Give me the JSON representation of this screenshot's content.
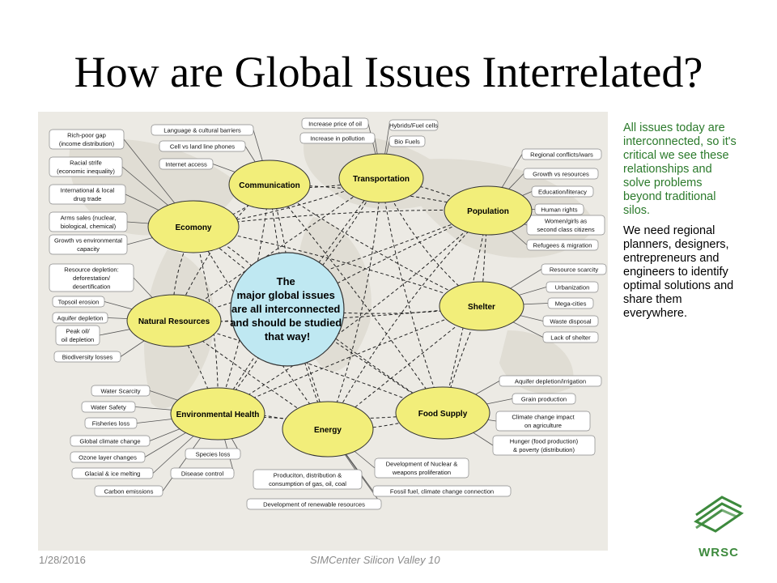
{
  "slide": {
    "title": "How are Global Issues Interrelated?",
    "side_text_green": "All issues today are interconnected, so it's critical we see these relationships and solve problems beyond traditional silos.",
    "side_text_black": "We need regional planners, designers, entrepreneurs and engineers to identify optimal solutions and share them everywhere.",
    "footer_date": "1/28/2016",
    "footer_center": "SIMCenter Silicon Valley 10",
    "logo_text": "WRSC"
  },
  "diagram": {
    "center": [
      "The",
      "major global issues",
      "are all interconnected",
      "and should be studied",
      "that way!"
    ],
    "nodes": {
      "communication": "Communication",
      "transportation": "Transportation",
      "population": "Population",
      "economy": "Ecomony",
      "natural": "Natural Resources",
      "shelter": "Shelter",
      "envhealth": "Environmental Health",
      "energy": "Energy",
      "food": "Food Supply"
    },
    "leaves": {
      "communication": [
        "Language & cultural barriers",
        "Cell vs land line phones",
        "Internet access"
      ],
      "transportation": [
        "Increase price of oil",
        "Increase in pollution",
        "Hybrids/Fuel cells",
        "Bio Fuels"
      ],
      "population": [
        "Regional conflicts/wars",
        "Growth vs resources",
        "Education/literacy",
        "Human rights",
        "Women/girls as",
        "second class citizens",
        "Refugees & migration"
      ],
      "economy": [
        "Rich-poor gap",
        "(income distribution)",
        "Racial strife",
        "(economic inequality)",
        "International & local",
        "drug trade",
        "Arms sales (nuclear,",
        "biological, chemical)",
        "Growth vs environmental",
        "capacity"
      ],
      "natural": [
        "Resource depletion:",
        "deforestation/",
        "desertification",
        "Topsoil erosion",
        "Aquifer depletion",
        "Peak oil/",
        "oil depletion",
        "Biodiversity losses"
      ],
      "shelter": [
        "Resource scarcity",
        "Urbanization",
        "Mega-cities",
        "Waste disposal",
        "Lack of shelter"
      ],
      "envhealth": [
        "Water Scarcity",
        "Water Safety",
        "Fisheries loss",
        "Global climate change",
        "Ozone layer changes",
        "Glacial & ice melting",
        "Carbon emissions",
        "Species loss",
        "Disease control"
      ],
      "energy": [
        "Produciton, distribution &",
        "consumption of gas, oil, coal",
        "Development of renewable resources",
        "Development of Nuclear &",
        "weapons proliferation",
        "Fossil fuel, climate change connection"
      ],
      "food": [
        "Aquifer depletion/irrigation",
        "Grain production",
        "Climate change impact",
        "on agriculture",
        "Hunger (food production)",
        "& poverty (distribution)"
      ]
    }
  },
  "colors": {
    "node_fill": "#f2ee7a",
    "center_fill": "#bfe8f2",
    "leaf_fill": "#ffffff",
    "green_text": "#2b7a2b",
    "logo": "#3d8a3d"
  }
}
